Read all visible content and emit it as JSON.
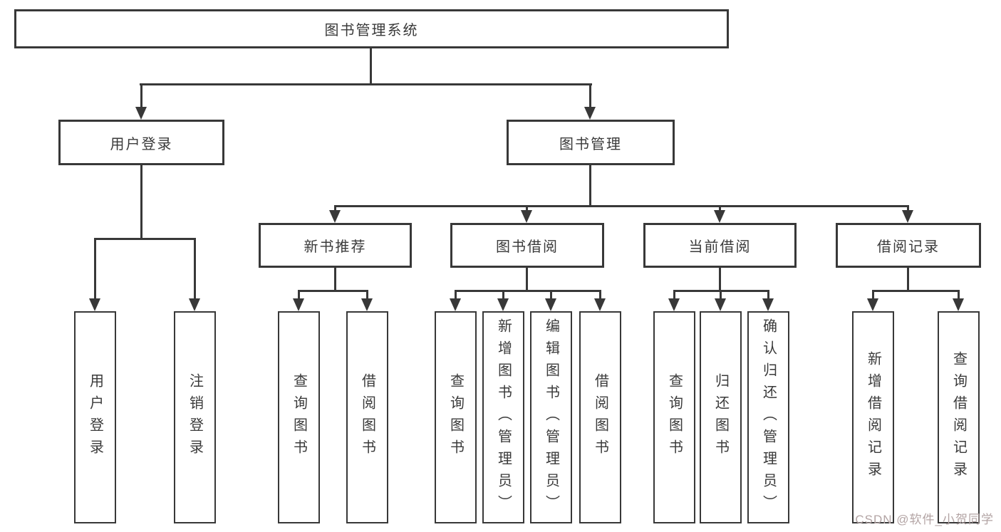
{
  "tree": {
    "root": {
      "label": "图书管理系统"
    },
    "branches": [
      {
        "label": "用户登录",
        "children": [
          {
            "label": "用户登录"
          },
          {
            "label": "注销登录"
          }
        ]
      },
      {
        "label": "图书管理",
        "children": [
          {
            "label": "新书推荐",
            "children": [
              {
                "label": "查询图书"
              },
              {
                "label": "借阅图书"
              }
            ]
          },
          {
            "label": "图书借阅",
            "children": [
              {
                "label": "查询图书"
              },
              {
                "label": "新增图书（管理员）"
              },
              {
                "label": "编辑图书（管理员）"
              },
              {
                "label": "借阅图书"
              }
            ]
          },
          {
            "label": "当前借阅",
            "children": [
              {
                "label": "查询图书"
              },
              {
                "label": "归还图书"
              },
              {
                "label": "确认归还（管理员）"
              }
            ]
          },
          {
            "label": "借阅记录",
            "children": [
              {
                "label": "新增借阅记录"
              },
              {
                "label": "查询借阅记录"
              }
            ]
          }
        ]
      }
    ]
  },
  "watermark": {
    "text": "CSDN @软件_小贺同学"
  },
  "colors": {
    "line": "#383838",
    "text": "#3a3a3a",
    "watermark": "#b3a4a4",
    "background": "#ffffff"
  }
}
